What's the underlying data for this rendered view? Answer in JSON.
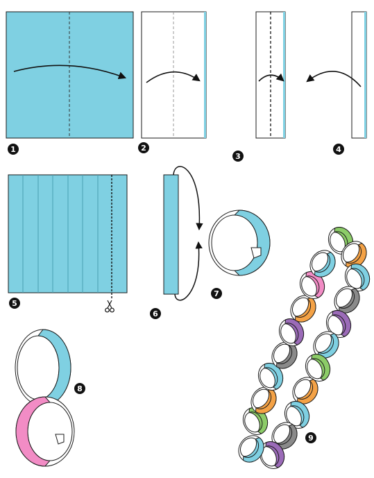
{
  "colors": {
    "paper_blue": "#7fd0e2",
    "outline": "#1a1a1a",
    "fold_line": "#444444",
    "badge": "#111111",
    "white": "#ffffff",
    "pink": "#f28cc5",
    "green": "#8ccc68",
    "orange": "#f4a246",
    "gray": "#8a8a8a",
    "purple": "#9b6bb8"
  },
  "icons": {
    "scissors": "scissors-icon",
    "fold_arrow": "curved-arrow-icon",
    "step_badge": "numbered-circle-icon"
  },
  "steps": [
    {
      "number": "1"
    },
    {
      "number": "2"
    },
    {
      "number": "3"
    },
    {
      "number": "4"
    },
    {
      "number": "5"
    },
    {
      "number": "6"
    },
    {
      "number": "7"
    },
    {
      "number": "8"
    },
    {
      "number": "9"
    }
  ]
}
